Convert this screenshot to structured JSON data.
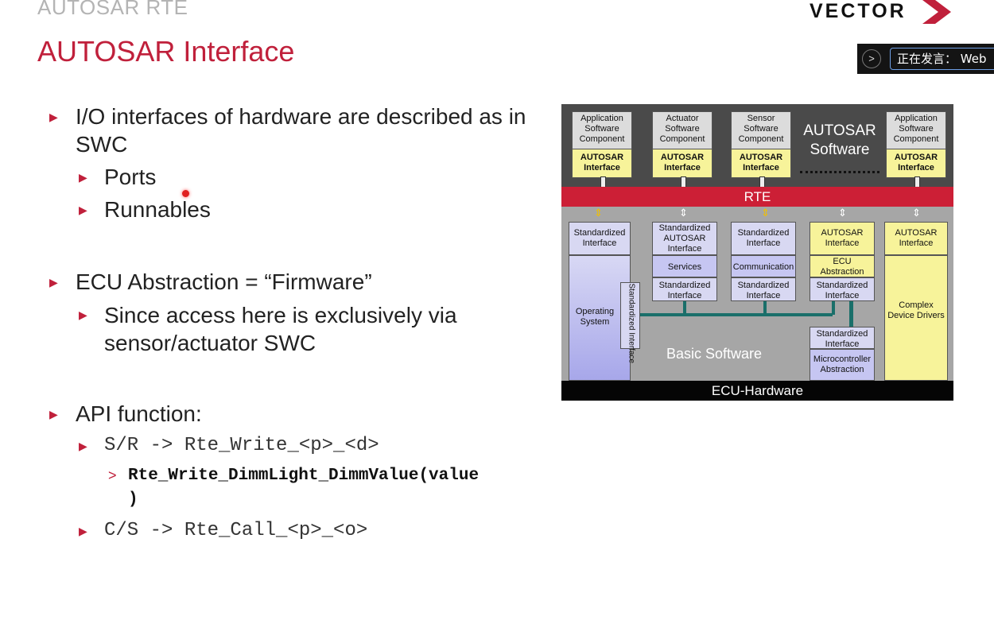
{
  "header": {
    "section": "AUTOSAR RTE",
    "title": "AUTOSAR Interface",
    "logo": "VECTOR",
    "speaking_label": "正在发言： Web",
    "speaking_btn": ">"
  },
  "bullets": {
    "b1": "I/O interfaces of hardware are described as in SWC",
    "b1_sub1": "Ports",
    "b1_sub2": "Runnables",
    "b2": "ECU Abstraction = “Firmware”",
    "b2_sub1": "Since access here is exclusively via sensor/actuator SWC",
    "b3": "API function:",
    "b3_sub1": "S/R -> Rte_Write_<p>_<d>",
    "b3_sub1_detail_line1": "Rte_Write_DimmLight_DimmValue(value",
    "b3_sub1_detail_line2": ")",
    "b3_sub2": "C/S -> Rte_Call_<p>_<o>"
  },
  "diagram": {
    "components": [
      {
        "name": "Application Software Component",
        "iface": "AUTOSAR Interface"
      },
      {
        "name": "Actuator Software Component",
        "iface": "AUTOSAR Interface"
      },
      {
        "name": "Sensor Software Component",
        "iface": "AUTOSAR Interface"
      },
      {
        "name": "Application Software Component",
        "iface": "AUTOSAR Interface"
      }
    ],
    "autosar_software": "AUTOSAR Software",
    "rte": "RTE",
    "std_interface": "Standardized Interface",
    "std_autosar_interface": "Standardized AUTOSAR Interface",
    "autosar_interface": "AUTOSAR Interface",
    "services": "Services",
    "communication": "Communication",
    "ecu_abstraction": "ECU Abstraction",
    "operating_system": "Operating System",
    "complex_device_drivers": "Complex Device Drivers",
    "microcontroller_abstraction": "Microcontroller Abstraction",
    "basic_software": "Basic Software",
    "ecu_hardware": "ECU-Hardware"
  },
  "colors": {
    "accent": "#c0203b",
    "rte": "#cc1f36",
    "iface": "#f7f39a",
    "bus": "#1a6f6a"
  },
  "icons": [
    "bullet-triangle-icon",
    "chevron-right-icon",
    "vector-logo-chevron-icon",
    "laser-pointer-icon"
  ]
}
